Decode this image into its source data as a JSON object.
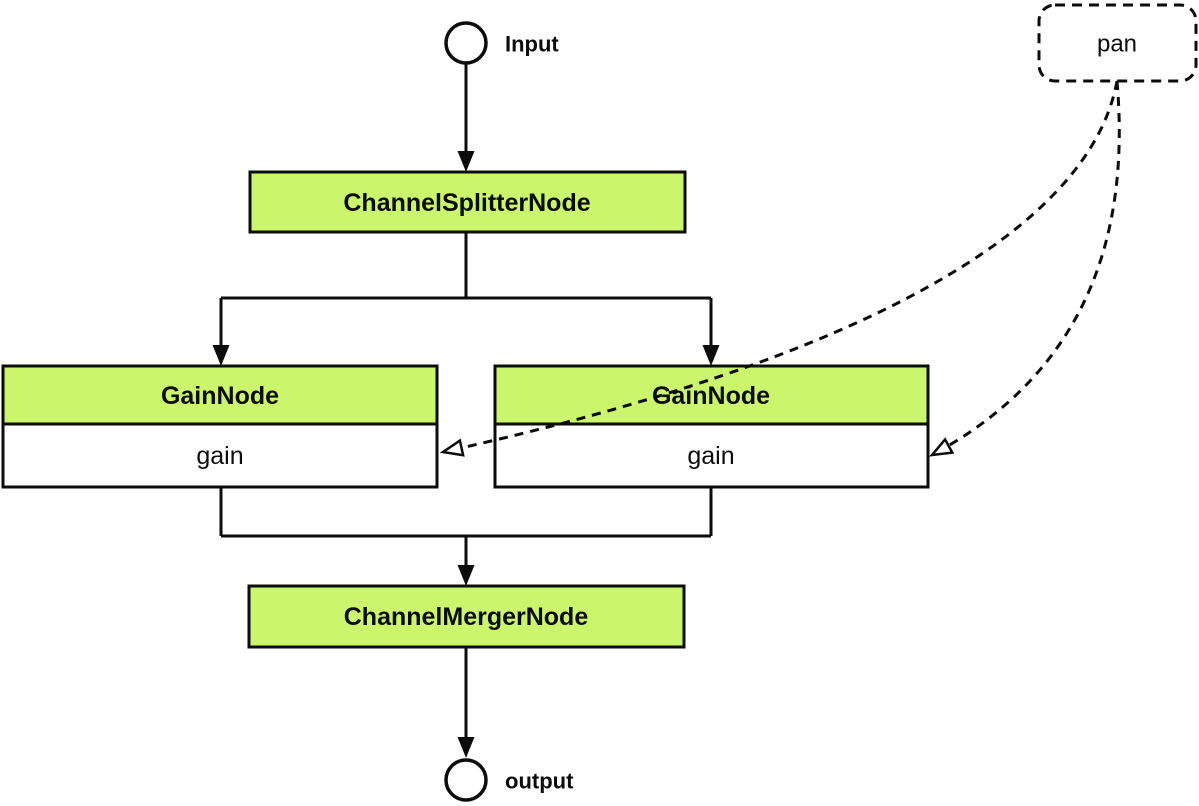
{
  "colors": {
    "node_fill": "#ccf56e",
    "param_fill": "#ffffff",
    "line": "#0c0c0c",
    "background": "#ffffff"
  },
  "nodes": {
    "input": {
      "label": "Input"
    },
    "splitter": {
      "label": "ChannelSplitterNode"
    },
    "gain_left": {
      "title": "GainNode",
      "param": "gain"
    },
    "gain_right": {
      "title": "GainNode",
      "param": "gain"
    },
    "merger": {
      "label": "ChannelMergerNode"
    },
    "output": {
      "label": "output"
    },
    "pan": {
      "label": "pan"
    }
  }
}
